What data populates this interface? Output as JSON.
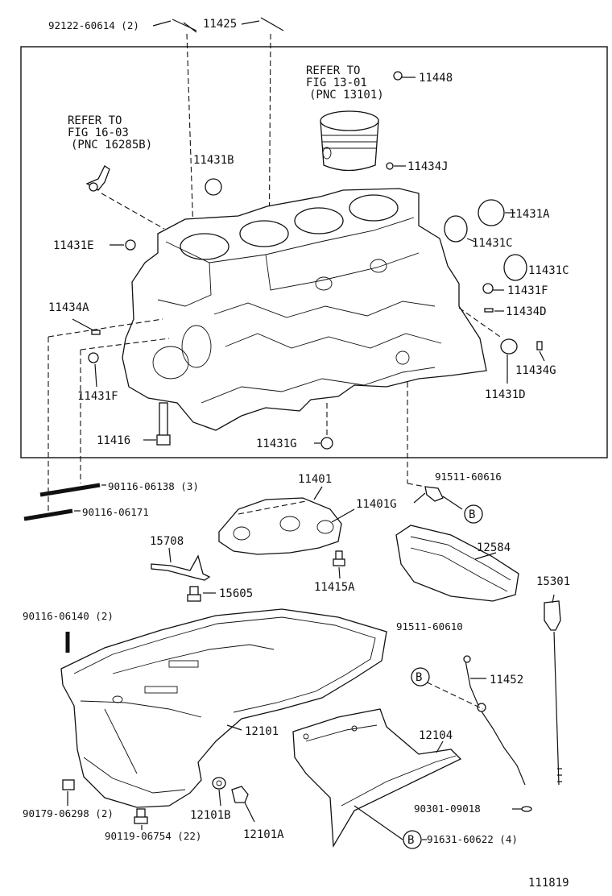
{
  "diagram_id": "111819",
  "refer_notes": [
    {
      "line1": "REFER TO",
      "line2": "FIG 13-01",
      "line3": "(PNC 13101)"
    },
    {
      "line1": "REFER TO",
      "line2": "FIG 16-03",
      "line3": "(PNC 16285B)"
    }
  ],
  "parts": {
    "p92122": "92122-60614 (2)",
    "p11425": "11425",
    "p11448": "11448",
    "p11434J": "11434J",
    "p11431B": "11431B",
    "p11431A": "11431A",
    "p11431C_1": "11431C",
    "p11431C_2": "11431C",
    "p11431E": "11431E",
    "p11431F_1": "11431F",
    "p11431F_2": "11431F",
    "p11434A": "11434A",
    "p11434D": "11434D",
    "p11434G": "11434G",
    "p11431D": "11431D",
    "p11416": "11416",
    "p11431G": "11431G",
    "p11401": "11401",
    "p91511a": "91511-60616",
    "p90116_06138": "90116-06138 (3)",
    "p90116_06171": "90116-06171",
    "p11401G": "11401G",
    "p15708": "15708",
    "p12584": "12584",
    "p15301": "15301",
    "p15605": "15605",
    "p11415A": "11415A",
    "p90116_06140": "90116-06140 (2)",
    "p91511b": "91511-60610",
    "p11452": "11452",
    "p12101": "12101",
    "p12104": "12104",
    "p90179": "90179-06298 (2)",
    "p12101B": "12101B",
    "p90119": "90119-06754 (22)",
    "p12101A": "12101A",
    "p90301": "90301-09018",
    "p91631": "91631-60622 (4)"
  },
  "ref_markers": [
    "B",
    "B",
    "B"
  ]
}
